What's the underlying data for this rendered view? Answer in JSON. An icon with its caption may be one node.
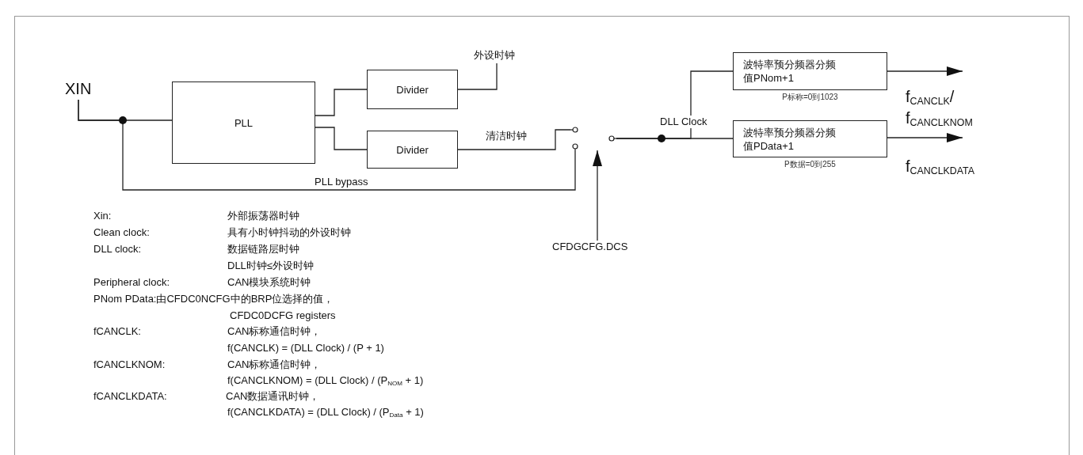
{
  "diagram": {
    "nodes": [
      {
        "text": [
          "XIN"
        ]
      },
      {
        "text": [
          "PLL"
        ]
      },
      {
        "text": [
          "Divider"
        ]
      },
      {
        "text": [
          "Divider"
        ]
      },
      {
        "text": [
          "外设时钟"
        ]
      },
      {
        "text": [],
        "shape": "switch"
      },
      {
        "text": [
          "波特率预分频器分频值PNom+1"
        ],
        "beside": [
          "P标称=0到1023"
        ]
      },
      {
        "text": [
          "波特率预分频器分频值PData+1"
        ],
        "beside": [
          "P数据=0到255"
        ]
      },
      {
        "text": [
          "CFDGCFG.DCS"
        ]
      },
      {
        "text": [
          "f$_{CANCLK}$/ f$_{CANCLKNOM}$"
        ]
      },
      {
        "text": [
          "f$_{CANCLKDATA}$"
        ]
      }
    ],
    "edges": [
      {
        "from": 0,
        "to": 1,
        "arrow": "none"
      },
      {
        "from": 0,
        "to": 5,
        "arrow": "none",
        "label": "PLL bypass"
      },
      {
        "from": 1,
        "to": 2,
        "arrow": "none"
      },
      {
        "from": 1,
        "to": 3,
        "arrow": "none"
      },
      {
        "from": 2,
        "to": 4,
        "arrow": "none"
      },
      {
        "from": 3,
        "to": 5,
        "arrow": "none",
        "label": "清洁时钟"
      },
      {
        "from": 5,
        "to": 6,
        "arrow": "none"
      },
      {
        "from": 5,
        "to": 7,
        "arrow": "none",
        "label": "DLL Clock"
      },
      {
        "from": 6,
        "to": 9,
        "arrow": "to"
      },
      {
        "from": 7,
        "to": 10,
        "arrow": "to"
      },
      {
        "from": 8,
        "to": 5,
        "arrow": "to"
      }
    ],
    "labels": [
      "Xin:",
      "外部振荡器时钟",
      "Clean clock:",
      "具有小时钟抖动的外设时钟",
      "DLL clock:",
      "数据链路层时钟",
      "DLL时钟≤外设时钟",
      "Peripheral clock:",
      "CAN模块系统时钟",
      "PNom PData:由CFDC0NCFG中的BRP位选择的值，",
      "CFDC0DCFG registers",
      "fCANCLK:",
      "CAN标称通信时钟，",
      "f(CANCLK) = (DLL Clock) / (P + 1)",
      "fCANCLKNOM:",
      "CAN标称通信时钟，",
      "f(CANCLKNOM) = (DLL Clock) / (P$_{NOM}$ + 1)",
      "fCANCLKDATA:",
      "CAN数据通讯时钟，",
      "f(CANCLKDATA) = (DLL Clock) / (P$_{Data}$ + 1)"
    ]
  }
}
